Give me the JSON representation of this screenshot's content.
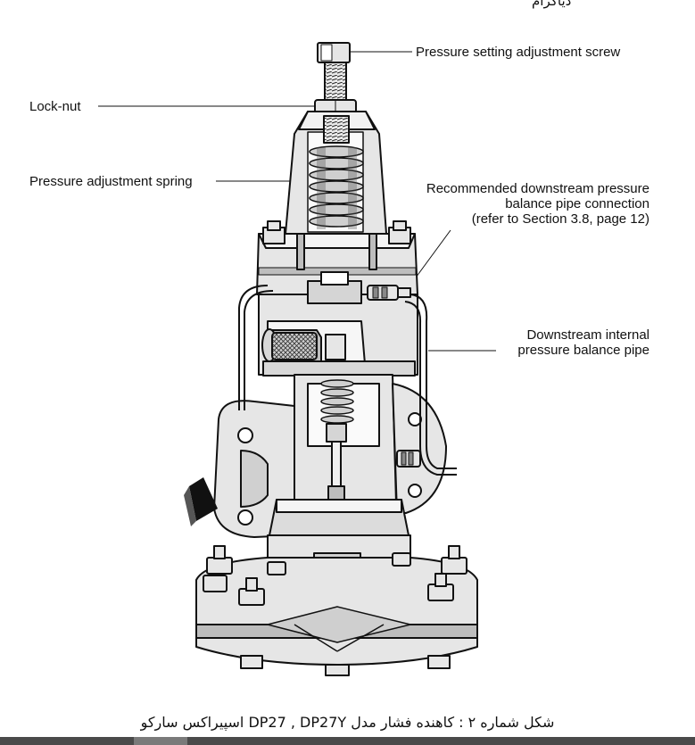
{
  "labels": {
    "adjust_screw": "Pressure setting adjustment screw",
    "lock_nut": "Lock-nut",
    "spring": "Pressure adjustment spring",
    "balance_conn_1": "Recommended downstream pressure",
    "balance_conn_2": "balance pipe connection",
    "balance_conn_3": "(refer to Section 3.8, page 12)",
    "internal_pipe_1": "Downstream internal",
    "internal_pipe_2": "pressure balance pipe"
  },
  "caption": "شکل شماره ۲ : کاهنده فشار مدل DP27 , DP27Y اسپیراکس سارکو",
  "top_fragment": "دیاگرام",
  "colors": {
    "line": "#111111",
    "body": "#e6e6e6",
    "shade": "#bdbdbd",
    "dark": "#555555"
  }
}
